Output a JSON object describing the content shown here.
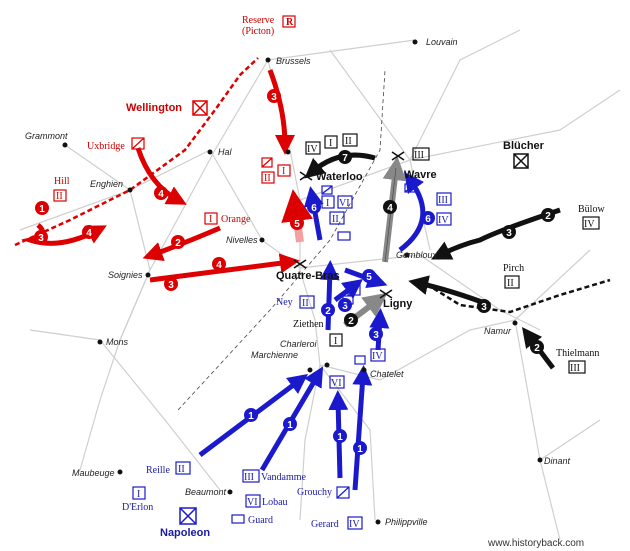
{
  "places": {
    "louvain": "Louvain",
    "brussels": "Brussels",
    "grammont": "Grammont",
    "hal": "Hal",
    "enghien": "Enghien",
    "nivelles": "Nivelles",
    "gembloux": "Gembloux",
    "soignies": "Soignies",
    "mons": "Mons",
    "charleroi": "Charleroi",
    "marchienne": "Marchienne",
    "chatelet": "Chatelet",
    "namur": "Namur",
    "maubeuge": "Maubeuge",
    "beaumont": "Beaumont",
    "philippville": "Philippville",
    "dinant": "Dinant"
  },
  "battles": {
    "waterloo": "Waterloo",
    "wavre": "Wavre",
    "quatre_bras": "Quatre-Bras",
    "ligny": "Ligny"
  },
  "commanders": {
    "wellington": "Wellington",
    "blucher": "Blücher",
    "napoleon": "Napoleon"
  },
  "units": {
    "reserve": "Reserve",
    "reserve_sub": "(Picton)",
    "reserve_symbol": "R",
    "uxbridge": "Uxbridge",
    "hill": "Hill",
    "hill_corps": "II",
    "orange": "Orange",
    "orange_corps": "I",
    "bulow": "Bülow",
    "bulow_corps": "IV",
    "pirch": "Pirch",
    "pirch_corps": "II",
    "thielmann": "Thielmann",
    "thielmann_corps": "III",
    "ziethen": "Ziethen",
    "ziethen_corps": "I",
    "ney": "Ney",
    "ney_corps": "II",
    "reille": "Reille",
    "reille_corps": "II",
    "derlon": "D'Erlon",
    "derlon_corps": "I",
    "vandamme": "Vandamme",
    "vandamme_corps": "III",
    "lobau": "Lobau",
    "lobau_corps": "VI",
    "guard": "Guard",
    "grouchy": "Grouchy",
    "gerard": "Gerard",
    "gerard_corps": "IV",
    "vi": "VI",
    "iv": "IV",
    "iii": "III",
    "ii": "II",
    "i": "I"
  },
  "watermark": "www.historyback.com",
  "colors": {
    "anglo_allied": "#dd0000",
    "french": "#1a1acc",
    "prussian": "#111111",
    "ziethen_arrow": "#888888",
    "roads": "#c8c8c8"
  }
}
